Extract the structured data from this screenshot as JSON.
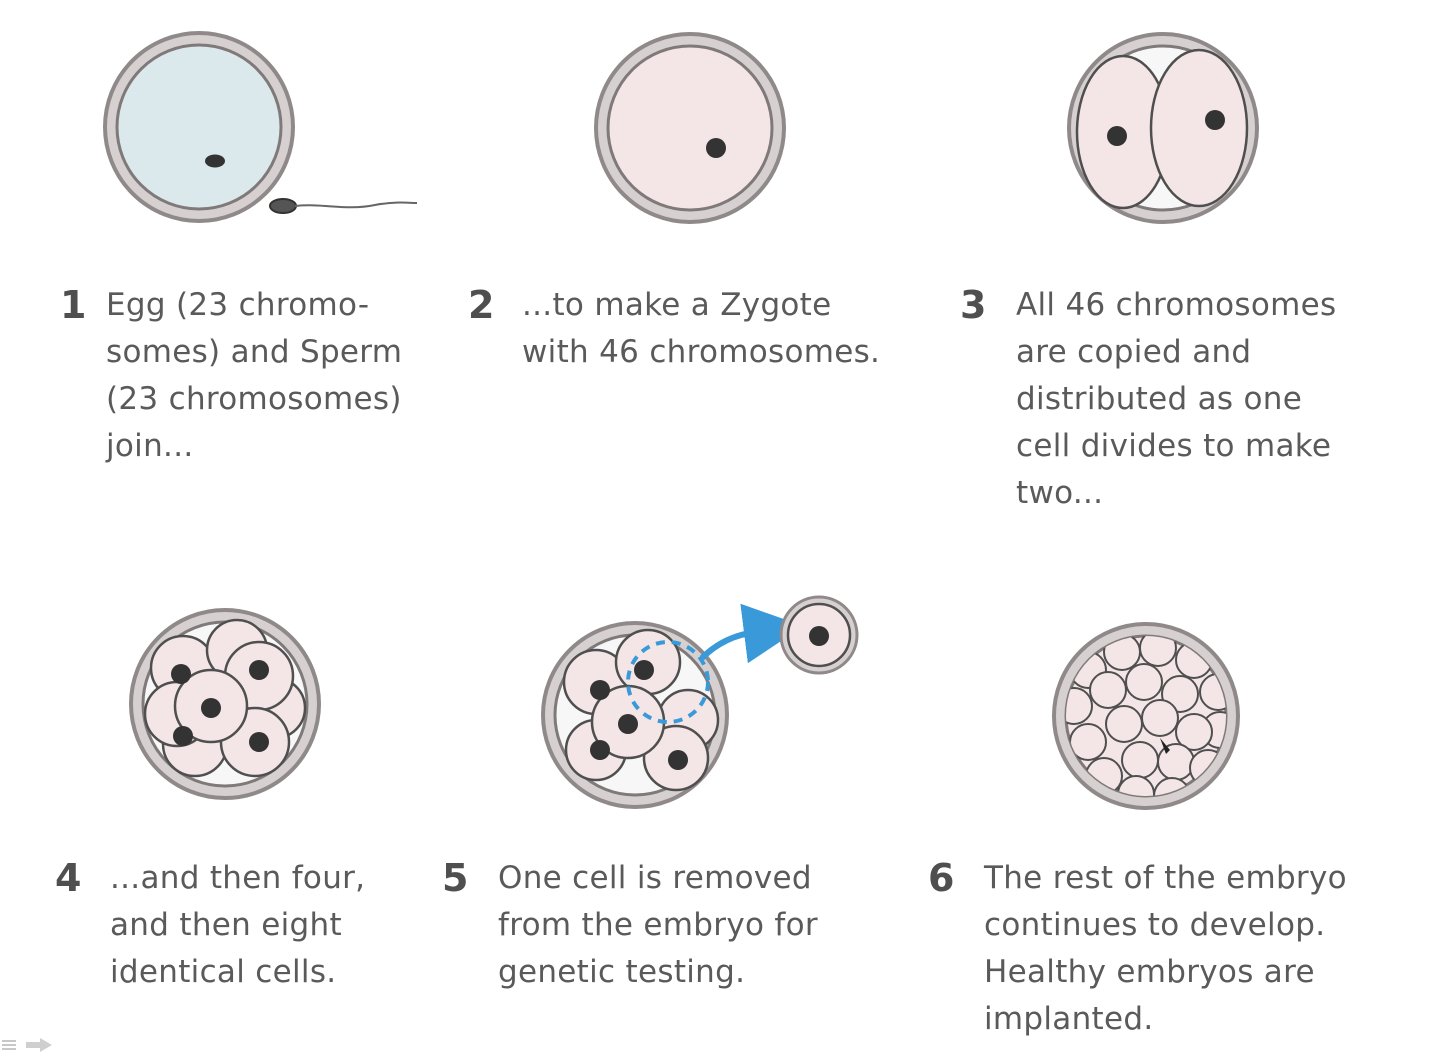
{
  "colors": {
    "egg_fill": "#dbe8ec",
    "cell_fill": "#f4e6e7",
    "ring": "#8a8584",
    "nucleus": "#333333",
    "arrow": "#3a9ad9"
  },
  "steps": [
    {
      "number": "1",
      "lines": [
        "Egg (23 chromo-",
        "somes) and Sperm",
        "(23 chromosomes)",
        "join..."
      ]
    },
    {
      "number": "2",
      "lines": [
        "...to make a Zygote",
        "with 46 chromosomes."
      ]
    },
    {
      "number": "3",
      "lines": [
        "All 46 chromosomes",
        "are copied and",
        "distributed as one",
        "cell divides to make",
        "two..."
      ]
    },
    {
      "number": "4",
      "lines": [
        "...and then four,",
        "and then eight",
        "identical cells."
      ]
    },
    {
      "number": "5",
      "lines": [
        "One cell is removed",
        "from the embryo for",
        "genetic testing."
      ]
    },
    {
      "number": "6",
      "lines": [
        "The rest of the embryo",
        "continues to develop.",
        "Healthy embryos are",
        "implanted."
      ]
    }
  ]
}
